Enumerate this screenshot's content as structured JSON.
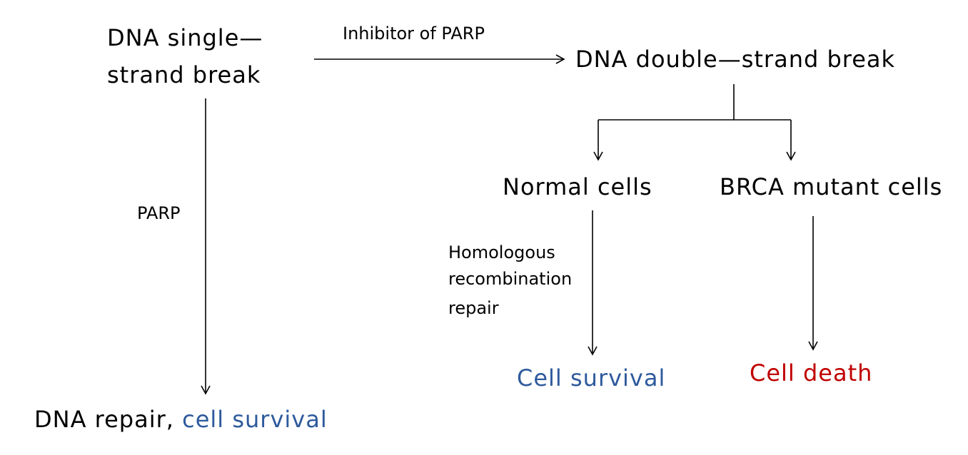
{
  "nodes": {
    "single_strand_line1": "DNA single—",
    "single_strand_line2": "strand break",
    "double_strand": "DNA double—strand break",
    "normal_cells": "Normal cells",
    "brca_cells": "BRCA mutant cells",
    "dna_repair_prefix": "DNA repair,",
    "dna_repair_survival": "cell survival",
    "normal_outcome": "Cell survival",
    "brca_outcome": "Cell death"
  },
  "edges": {
    "inhibitor_label": "Inhibitor of PARP",
    "parp_label": "PARP",
    "hr_line1": "Homologous",
    "hr_line2": "recombination",
    "hr_line3": "repair"
  },
  "colors": {
    "survival": "#2e5a9c",
    "death": "#c00000",
    "line": "#000000"
  }
}
